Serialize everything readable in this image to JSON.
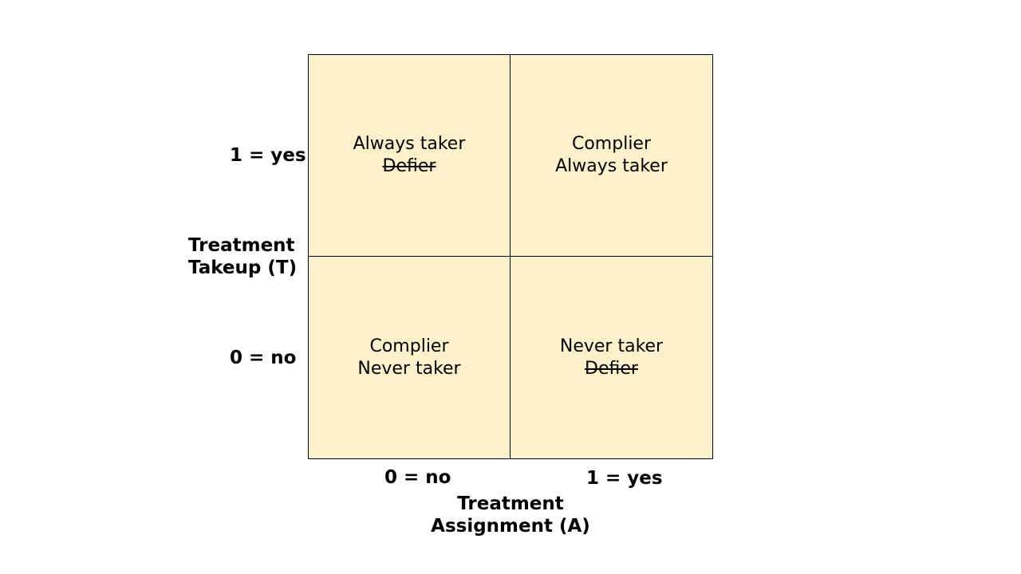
{
  "y_axis": {
    "title_line1": "Treatment",
    "title_line2": "Takeup (T)",
    "tick_top": "1 = yes",
    "tick_bottom": "0 = no"
  },
  "x_axis": {
    "title_line1": "Treatment",
    "title_line2": "Assignment (A)",
    "tick_left": "0 = no",
    "tick_right": "1 = yes"
  },
  "cells": {
    "top_left": {
      "line1": "Always taker",
      "line2": "Defier",
      "line2_struck": true
    },
    "top_right": {
      "line1": "Complier",
      "line2": "Always taker",
      "line2_struck": false
    },
    "bottom_left": {
      "line1": "Complier",
      "line2": "Never taker",
      "line2_struck": false
    },
    "bottom_right": {
      "line1": "Never taker",
      "line2": "Defier",
      "line2_struck": true
    }
  },
  "colors": {
    "cell_fill": "#fff1cc",
    "border": "#000000"
  }
}
